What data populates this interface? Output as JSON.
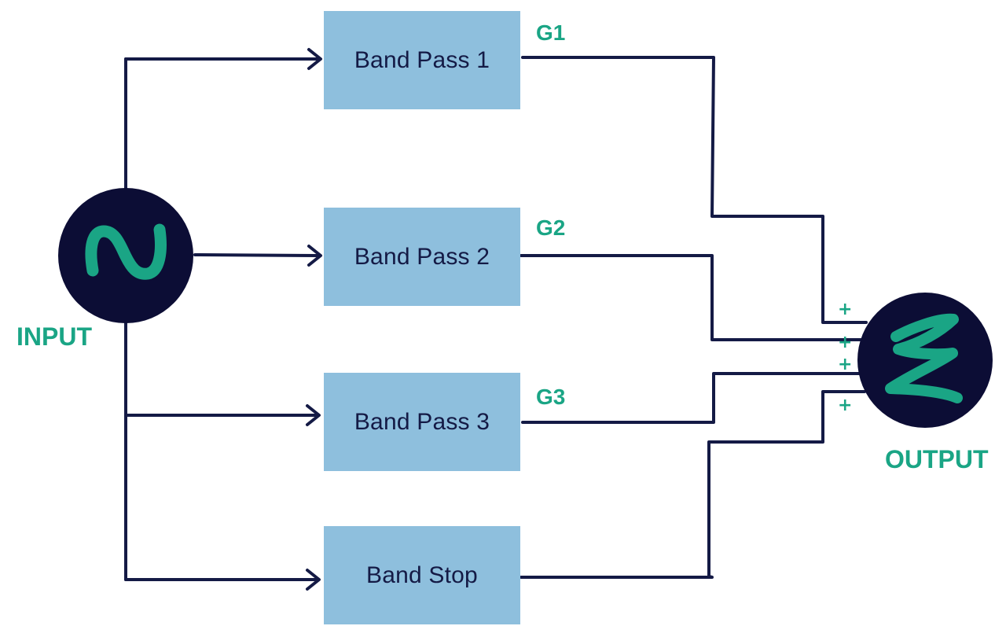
{
  "input": {
    "label": "INPUT",
    "icon": "sine-wave-icon"
  },
  "output": {
    "label": "OUTPUT",
    "icon": "sigma-summation-icon",
    "input_signs": [
      "+",
      "+",
      "+",
      "+"
    ]
  },
  "blocks": [
    {
      "label": "Band Pass 1",
      "gain": "G1"
    },
    {
      "label": "Band Pass 2",
      "gain": "G2"
    },
    {
      "label": "Band Pass 3",
      "gain": "G3"
    },
    {
      "label": "Band Stop",
      "gain": ""
    }
  ],
  "colors": {
    "line": "#141a45",
    "node_fill": "#0c0d35",
    "block_fill": "#8ebfdd",
    "accent": "#1aa585",
    "block_text": "#141a45"
  }
}
